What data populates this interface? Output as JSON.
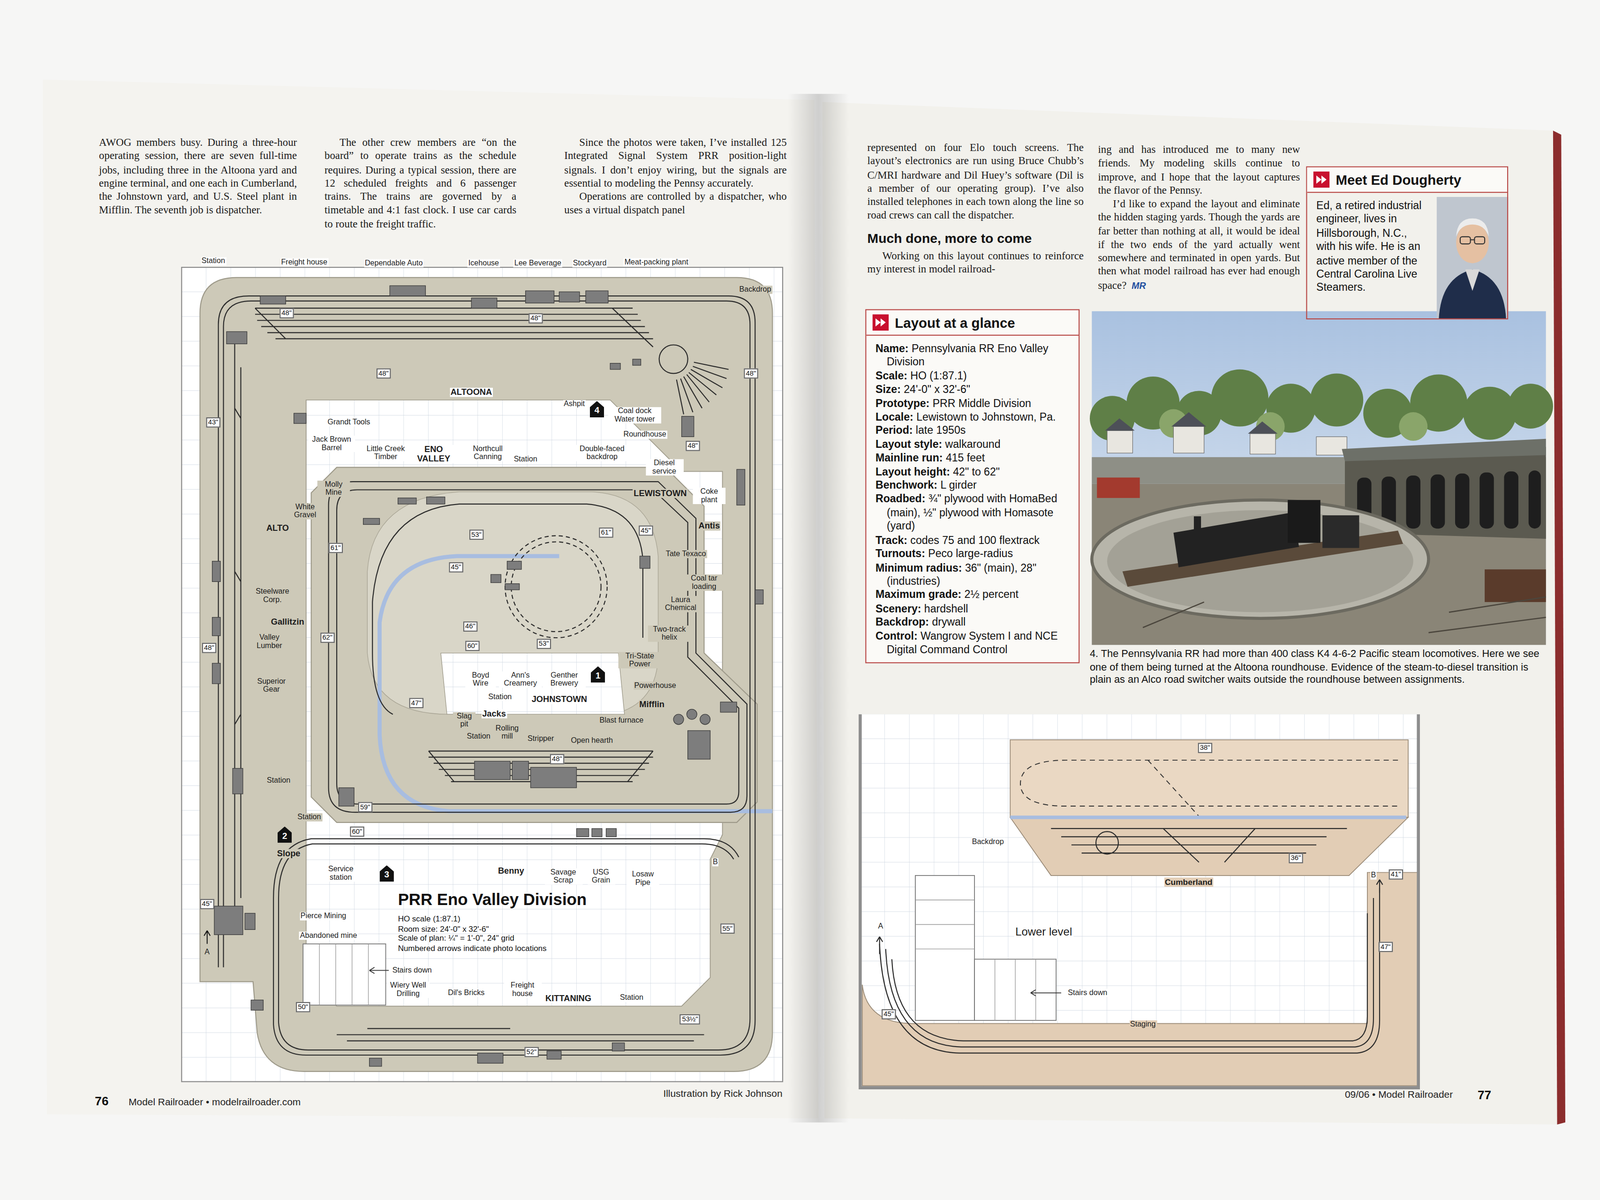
{
  "diagram": {
    "title": "PRR Eno Valley Division",
    "caption": "4. The Pennsylvania RR had more than 400 class K4 4-6-2 Pacific steam locomotives. Here we see one of them being turned at the Altoona roundhouse. Evidence of the steam-to-diesel transition is plain as an Alco road switcher waits outside the roundhouse between assignments.",
    "nodes": [
      {
        "text": [
          "Layout at a glance",
          "Name: Pennsylvania RR Eno Valley Division",
          "Scale: HO (1:87.1)",
          "Size: 24'-0\" x 32'-6\"",
          "Prototype: PRR Middle Division",
          "Locale: Lewistown to Johnstown, Pa.",
          "Period: late 1950s",
          "Layout style: walkaround",
          "Mainline run: 415 feet",
          "Layout height: 42\" to 62\"",
          "Benchwork: L girder",
          "Roadbed: ¾\" plywood with HomaBed (main), ½\" plywood with Homasote (yard)",
          "Track: codes 75 and 100 flextrack",
          "Turnouts: Peco large-radius",
          "Minimum radius: 36\" (main), 28\" (industries)",
          "Maximum grade: 2½ percent",
          "Scenery: hardshell",
          "Backdrop: drywall",
          "Control: Wangrow System I and NCE Digital Command Control"
        ]
      },
      {
        "text": [
          "Meet Ed Dougherty",
          "Ed, a retired industrial engineer, lives in Hillsborough, N.C., with his wife. He is an active member of the Central Carolina Live Steamers."
        ]
      }
    ],
    "labels": [
      "AWOG members busy. During a three-hour operating session, there are seven full-time jobs, including three in the Altoona yard and engine terminal, and one each in Cumberland, the Johnstown yard, and U.S. Steel plant in Mifflin. The seventh job is dispatcher.",
      "The other crew members are “on the board” to operate trains as the schedule requires. During a typical session, there are 12 scheduled freights and 6 passenger trains. The trains are governed by a timetable and 4:1 fast clock. I use car cards to route the freight traffic.",
      "Since the photos were taken, I’ve installed 125 Integrated Signal System PRR position-light signals. I don’t enjoy wiring, but the signals are essential to modeling the Pennsy accurately.",
      "Operations are controlled by a dispatcher, who uses a virtual dispatch panel",
      "Station",
      "Freight house",
      "Dependable Auto",
      "Icehouse",
      "Lee Beverage",
      "Stockyard",
      "Meat-packing plant",
      "Backdrop",
      "48\"",
      "48\"",
      "48\"",
      "48\"",
      "43\"",
      "48\"",
      "ALTOONA",
      "Ashpit",
      "4",
      "Coal dock Water tower",
      "Roundhouse",
      "Grandt Tools",
      "Jack Brown Barrel",
      "Little Creek Timber",
      "ENO VALLEY",
      "Northcull Canning",
      "Station",
      "Double-faced backdrop",
      "Diesel service",
      "LEWISTOWN",
      "Coke plant",
      "Antis",
      "Molly Mine",
      "White Gravel",
      "ALTO",
      "53\"",
      "61\"",
      "45\"",
      "61\"",
      "Tate Texaco",
      "45\"",
      "Coal tar loading",
      "Steelware Corp.",
      "Laura Chemical",
      "Gallitzin",
      "46\"",
      "Two-track helix",
      "62\"",
      "48\"",
      "Valley Lumber",
      "60\"",
      "53\"",
      "Tri-State Power",
      "Boyd Wire",
      "Ann's Creamery",
      "Genther Brewery",
      "1",
      "Superior Gear",
      "Powerhouse",
      "Station",
      "JOHNSTOWN",
      "47\"",
      "Mifflin",
      "Jacks",
      "Slag pit",
      "Blast furnace",
      "Rolling mill",
      "Station",
      "Stripper",
      "Open hearth",
      "48\"",
      "Station",
      "59\"",
      "Station",
      "60\"",
      "2",
      "Slope",
      "B",
      "Benny",
      "Service station",
      "3",
      "Savage Scrap",
      "USG Grain",
      "Losaw Pipe",
      "45\"",
      "Pierce Mining",
      "HO scale (1:87.1)",
      "Room size: 24'-0\" x 32'-6\"",
      "Scale of plan: ¼\" = 1'-0\", 24\" grid",
      "Numbered arrows indicate photo locations",
      "55\"",
      "Abandoned mine",
      "A",
      "Stairs down",
      "Wiery Well Drilling",
      "Dil's Bricks",
      "Freight house",
      "KITTANING",
      "Station",
      "50\"",
      "53½\"",
      "52\"",
      "76",
      "Model Railroader • modelrailroader.com",
      "Illustration by Rick Johnson",
      "represented on four Elo touch screens. The layout’s electronics are run using Bruce Chubb’s C/MRI hardware and Dil Huey’s software (Dil is a member of our operating group). I’ve also installed telephones in each town along the line so road crews can call the dispatcher.",
      "Much done, more to come",
      "Working on this layout continues to reinforce my interest in model railroad-",
      "ing and has introduced me to many new friends. My modeling skills continue to improve, and I hope that the layout captures the flavor of the Pennsy.",
      "I’d like to expand the layout and eliminate the hidden staging yards. Though the yards are far better than nothing at all, it would be ideal if the two ends of the yard actually went somewhere and terminated in open yards. But then what model railroad has ever had enough space?",
      "MR",
      "38\"",
      "Backdrop",
      "36\"",
      "Cumberland",
      "B",
      "41\"",
      "Lower level",
      "A",
      "47\"",
      "Stairs down",
      "45\"",
      "Staging",
      "09/06 • Model Railroader",
      "77"
    ]
  }
}
